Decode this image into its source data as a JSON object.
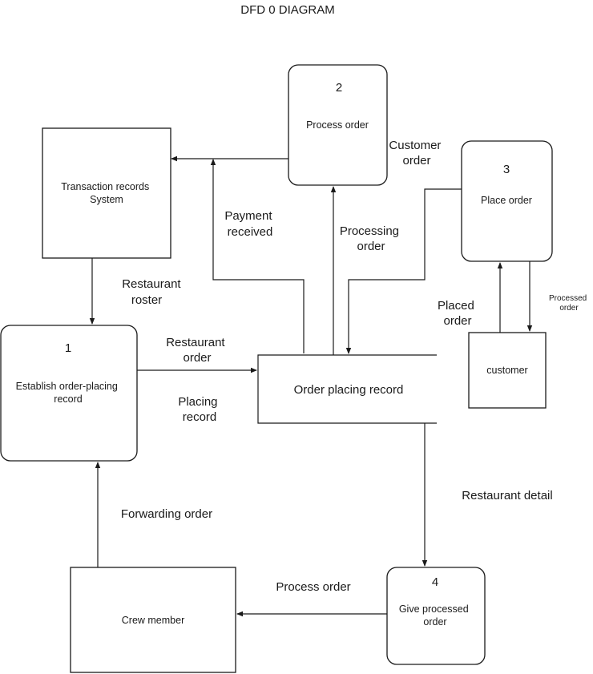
{
  "title": "DFD 0 DIAGRAM",
  "colors": {
    "stroke": "#1a1a1a",
    "background": "#ffffff",
    "text": "#1a1a1a"
  },
  "processes": [
    {
      "number": "1",
      "lines": [
        "Establish order-placing",
        "record"
      ]
    },
    {
      "number": "2",
      "lines": [
        "Process order"
      ]
    },
    {
      "number": "3",
      "lines": [
        "Place order"
      ]
    },
    {
      "number": "4",
      "lines": [
        "Give processed",
        "order"
      ]
    }
  ],
  "entities": {
    "transaction": [
      "Transaction records",
      "System"
    ],
    "customer": [
      "customer"
    ],
    "crew": [
      "Crew member"
    ]
  },
  "datastore": {
    "label": "Order placing record"
  },
  "flows": {
    "restaurant_roster": [
      "Restaurant",
      "roster"
    ],
    "payment_received": [
      "Payment",
      "received"
    ],
    "customer_order": [
      "Customer",
      "order"
    ],
    "processing_order": [
      "Processing",
      "order"
    ],
    "restaurant_order": [
      "Restaurant",
      "order"
    ],
    "placing_record": [
      "Placing",
      "record"
    ],
    "placed_order": [
      "Placed",
      "order"
    ],
    "processed_order": [
      "Processed",
      "order"
    ],
    "restaurant_detail": [
      "Restaurant detail"
    ],
    "forwarding_order": [
      "Forwarding order"
    ],
    "process_order_flow": [
      "Process order"
    ]
  }
}
